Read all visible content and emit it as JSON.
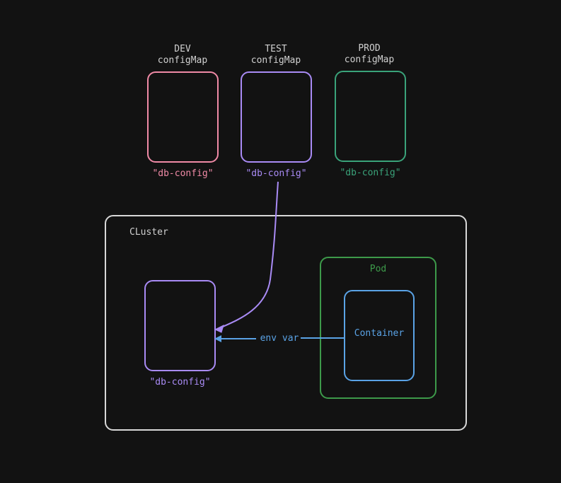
{
  "colors": {
    "background": "#121212",
    "dev": "#f08aa6",
    "test": "#a98bf5",
    "prod": "#3aa37a",
    "cluster": "#d8d8d8",
    "pod": "#3d9a4a",
    "container": "#5aa3e6",
    "label": "#d0d0d0"
  },
  "configmaps": [
    {
      "env": "DEV",
      "kind": "configMap",
      "name": "\"db-config\""
    },
    {
      "env": "TEST",
      "kind": "configMap",
      "name": "\"db-config\""
    },
    {
      "env": "PROD",
      "kind": "configMap",
      "name": "\"db-config\""
    }
  ],
  "cluster": {
    "label": "CLuster",
    "configmap_name": "\"db-config\"",
    "pod_label": "Pod",
    "container_label": "Container",
    "edge_label": "env var"
  }
}
